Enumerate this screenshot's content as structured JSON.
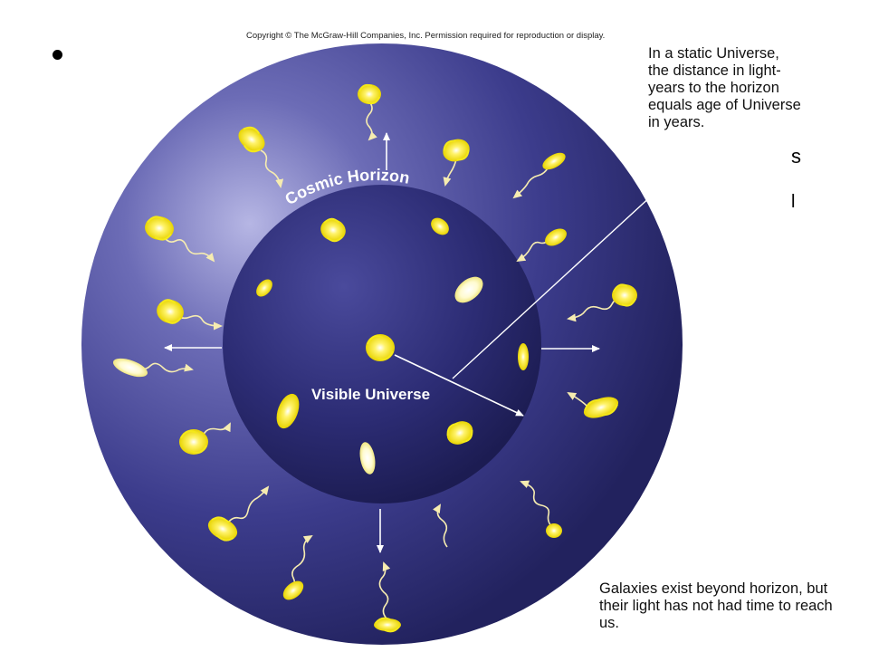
{
  "copyright": "Copyright © The McGraw-Hill Companies, Inc. Permission required for reproduction or display.",
  "notes": {
    "static_universe": "In a static Universe, the distance in light-years to the horizon equals age of Universe in years.",
    "beyond_horizon": "Galaxies exist beyond horizon, but their light has not had time to reach us."
  },
  "labels": {
    "cosmic_horizon": "Cosmic Horizon",
    "visible_universe": "Visible Universe"
  },
  "text_fragments": [
    "s",
    "l"
  ],
  "colors": {
    "outer_sphere": "#3a3a86",
    "inner_sphere": "#2c2c72",
    "galaxy": "#f4e81a",
    "light_path": "#f4e8a0",
    "arrow": "#ffffff"
  }
}
